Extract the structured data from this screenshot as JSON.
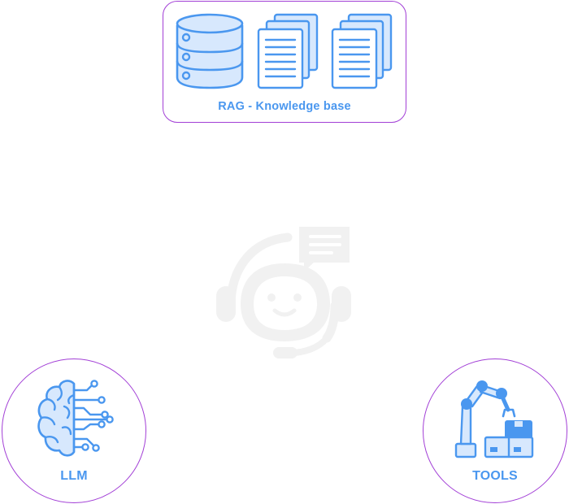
{
  "nodes": {
    "knowledge_base": {
      "label": "RAG - Knowledge base",
      "icons": [
        "database-icon",
        "documents-icon",
        "documents-icon"
      ]
    },
    "llm": {
      "label": "LLM",
      "icon": "brain-circuit-icon"
    },
    "tools": {
      "label": "TOOLS",
      "icon": "robotic-arm-icon"
    }
  },
  "center": {
    "icon": "chatbot-headset-icon"
  },
  "colors": {
    "border": "#a23fd6",
    "icon": "#4a97ef",
    "icon_fill": "#d7e8fd",
    "bot": "#f1f1f1"
  }
}
